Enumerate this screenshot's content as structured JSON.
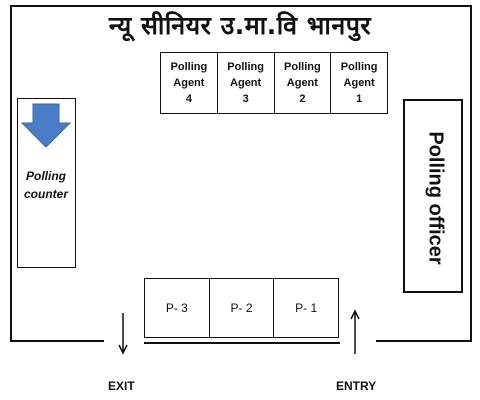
{
  "title": "न्यू सीनियर उ.मा.वि भानपुर",
  "polling_agents": [
    {
      "label": "Polling",
      "sub": "Agent",
      "number": "4"
    },
    {
      "label": "Polling",
      "sub": "Agent",
      "number": "3"
    },
    {
      "label": "Polling",
      "sub": "Agent",
      "number": "2"
    },
    {
      "label": "Polling",
      "sub": "Agent",
      "number": "1"
    }
  ],
  "polling_counter": {
    "line1": "Polling",
    "line2": "counter",
    "arrow_color": "#4a7cc7"
  },
  "polling_officer": {
    "label": "Polling officer"
  },
  "booths": [
    "P- 3",
    "P- 2",
    "P- 1"
  ],
  "exit_label": "EXIT",
  "entry_label": "ENTRY"
}
